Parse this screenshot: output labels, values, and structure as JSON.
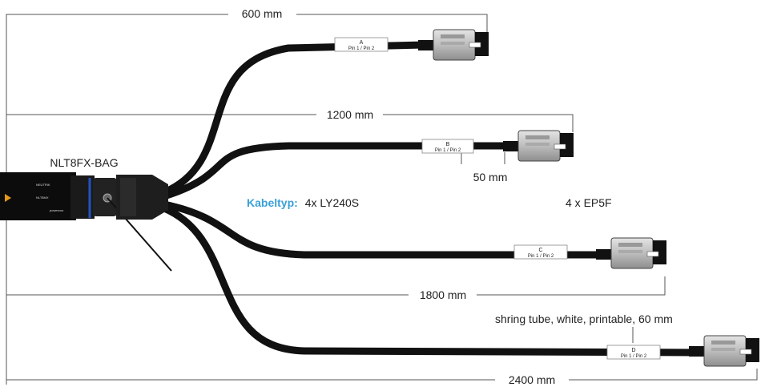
{
  "diagram": {
    "measures": {
      "m600": "600 mm",
      "m1200": "1200 mm",
      "m1800": "1800 mm",
      "m2400": "2400 mm",
      "m50": "50 mm"
    },
    "connector_name": "NLT8FX-BAG",
    "cable_type_label": "Kabeltyp:",
    "cable_type_value": "4x LY240S",
    "end_connectors": "4 x EP5F",
    "shrink_tube_note": "shring tube, white, printable, 60 mm",
    "tags": [
      {
        "letter": "A",
        "pins": "Pin 1 / Pin 2"
      },
      {
        "letter": "B",
        "pins": "Pin 1 / Pin 2"
      },
      {
        "letter": "C",
        "pins": "Pin 1 / Pin 2"
      },
      {
        "letter": "D",
        "pins": "Pin 1 / Pin 2"
      }
    ],
    "plug_body_text": [
      "NEUTRIK",
      "NLT8MX",
      "powercon"
    ],
    "colors": {
      "cable": "#111111",
      "connector_grey": "#c8c8c8",
      "accent_blue": "#3aa0d8",
      "dim_line": "#555555"
    }
  }
}
